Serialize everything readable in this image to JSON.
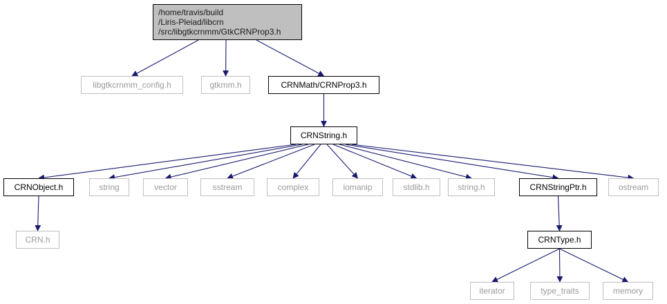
{
  "colors": {
    "edge": "#191970",
    "root_fill": "#bfbfbf",
    "local_border": "#000000",
    "system_border": "#bfbfbf",
    "system_text": "#9a9a9a"
  },
  "root": {
    "lines": [
      "/home/travis/build",
      "/Liris-Pleiad/libcrn",
      "/src/libgtkcrnmm/GtkCRNProp3.h"
    ]
  },
  "nodes": {
    "libgtkcrnmm_config": "libgtkcrnmm_config.h",
    "gtkmm": "gtkmm.h",
    "crnprop3": "CRNMath/CRNProp3.h",
    "crnstring": "CRNString.h",
    "crnobject": "CRNObject.h",
    "string": "string",
    "vector": "vector",
    "sstream": "sstream",
    "complex": "complex",
    "iomanip": "iomanip",
    "stdlib": "stdlib.h",
    "string_h": "string.h",
    "crnstringptr": "CRNStringPtr.h",
    "ostream": "ostream",
    "crn": "CRN.h",
    "crntype": "CRNType.h",
    "iterator": "iterator",
    "type_traits": "type_traits",
    "memory": "memory"
  }
}
